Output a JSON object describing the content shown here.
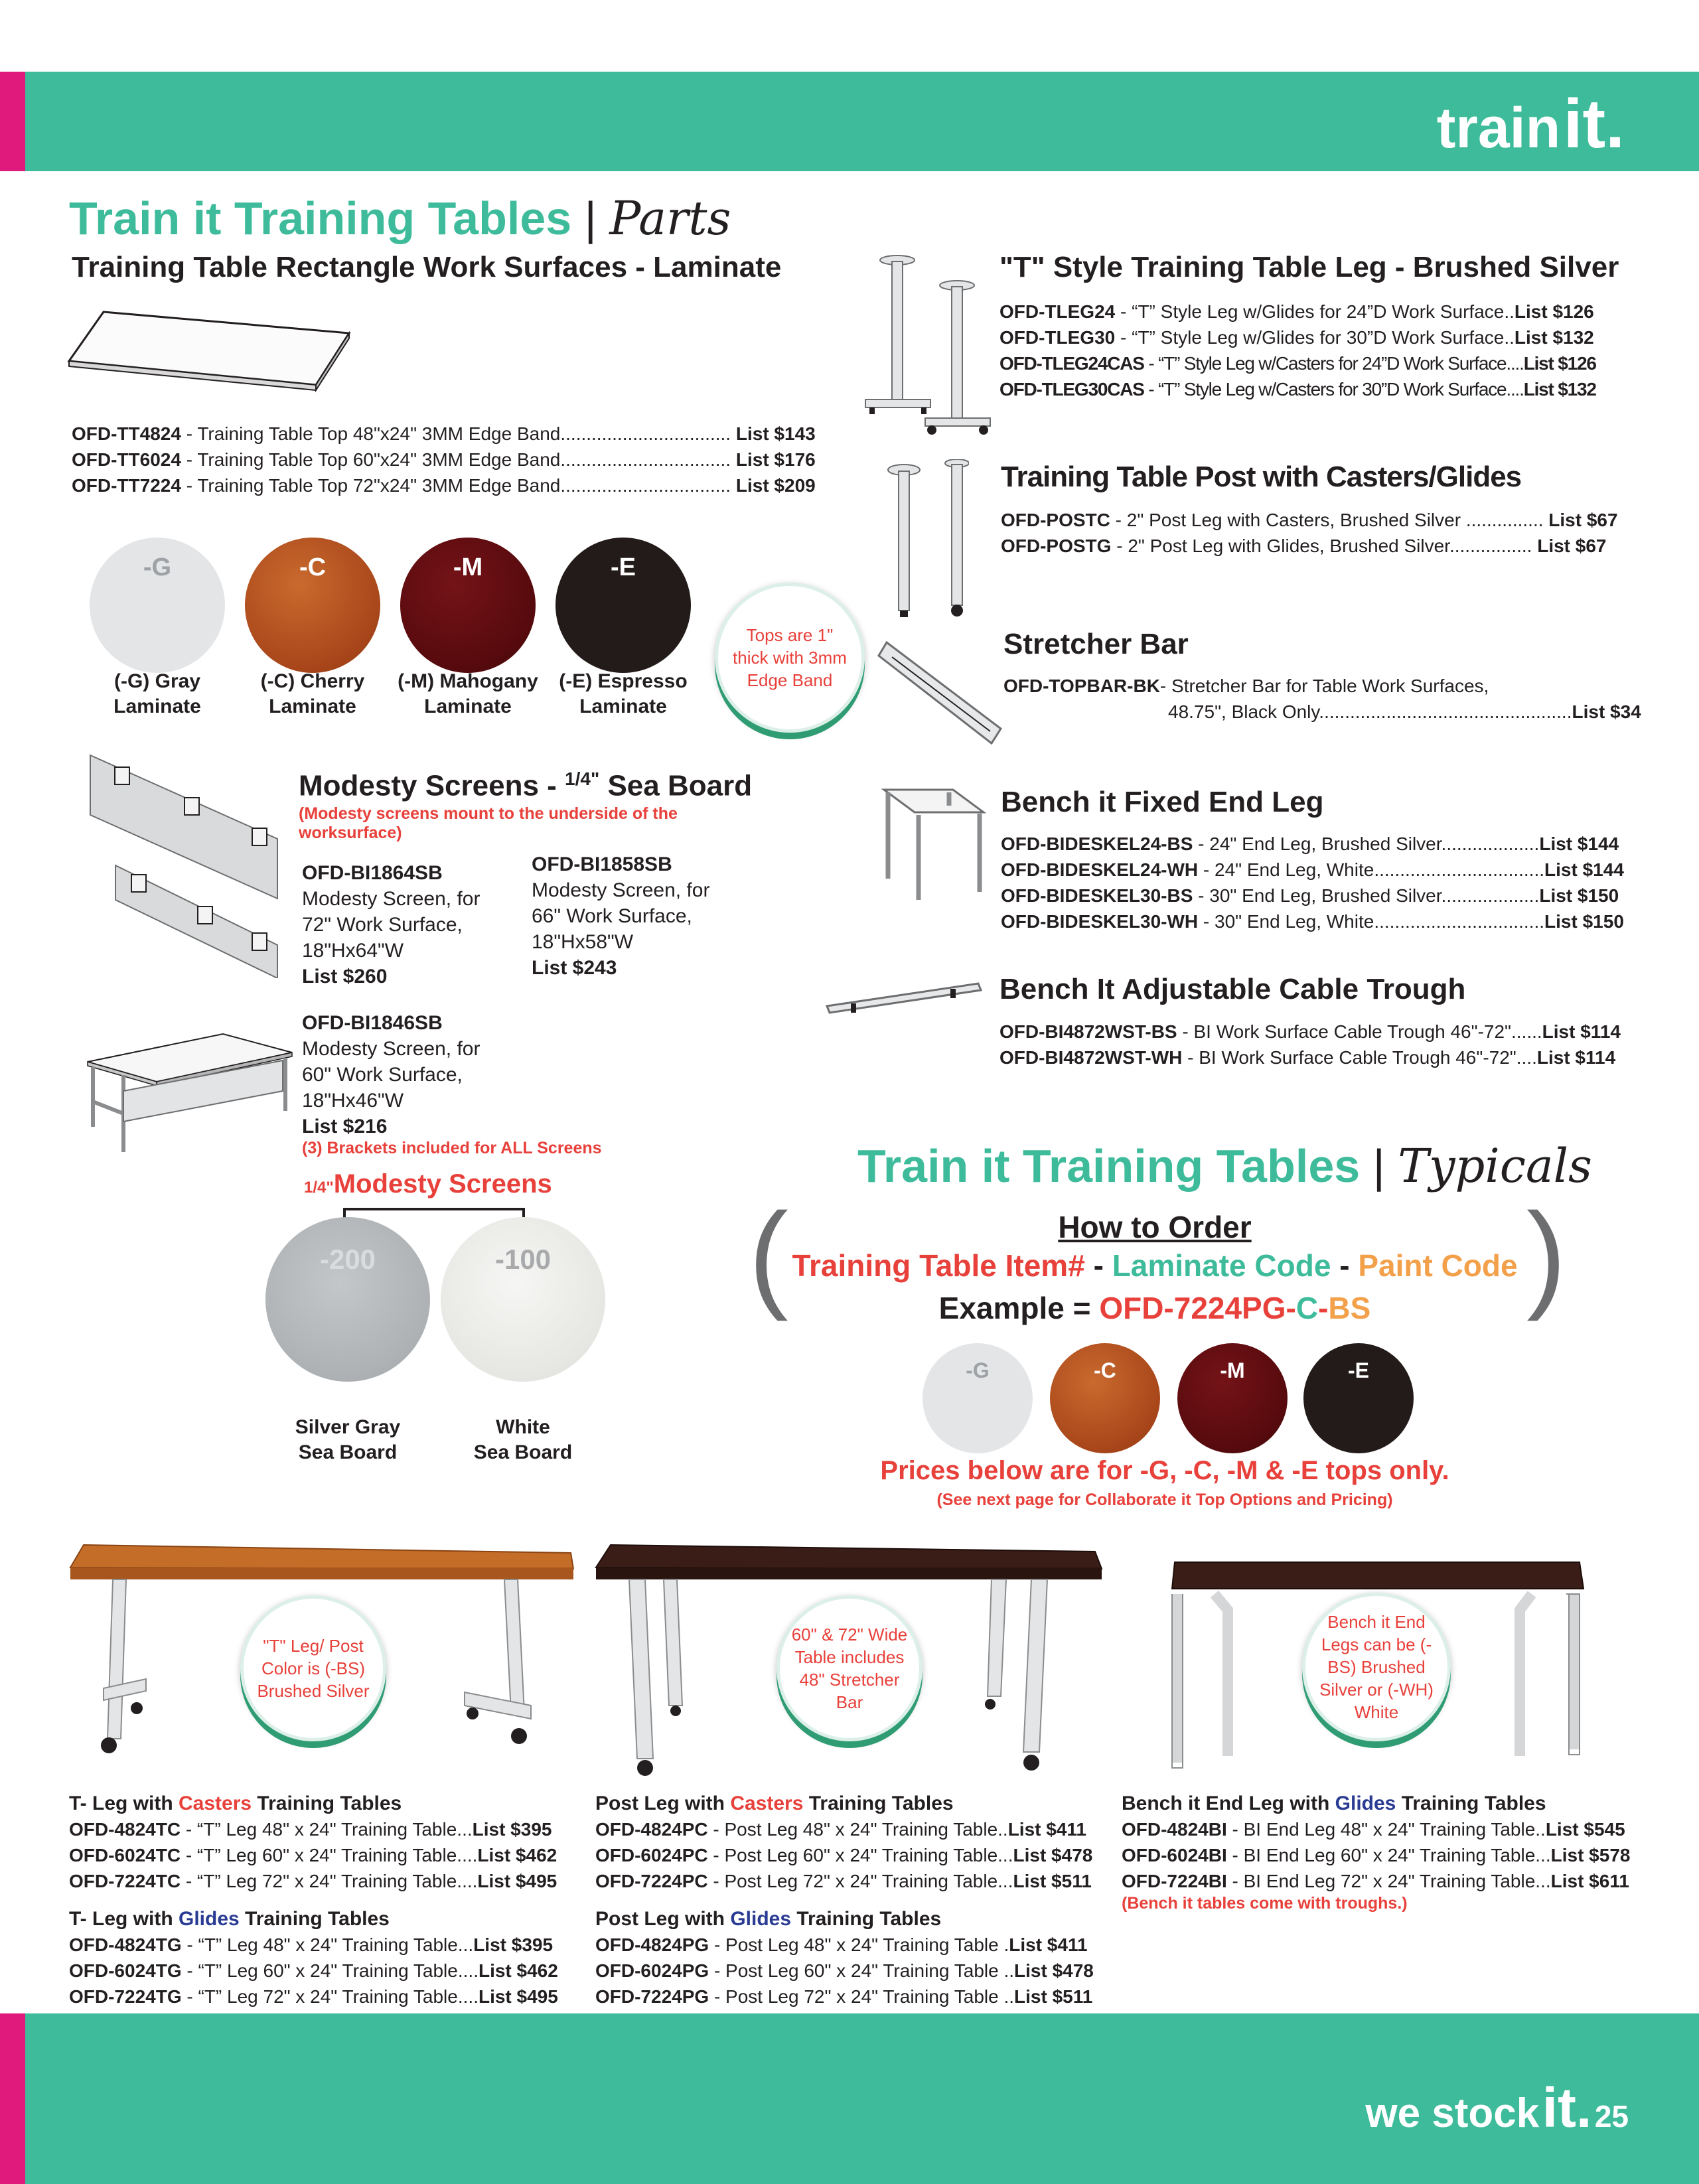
{
  "header": {
    "brand_train": "train",
    "brand_it": "it."
  },
  "footer": {
    "we_stock": "we stock",
    "it": "it.",
    "page_number": "25"
  },
  "parts": {
    "title_main": "Train it Training Tables",
    "title_bar": "|",
    "title_script": "Parts",
    "work_surfaces": {
      "heading": "Training Table Rectangle Work Surfaces  - Laminate",
      "items": [
        {
          "code": "OFD-TT4824",
          "desc": " - Training Table Top 48\"x24\" 3MM Edge Band................................. ",
          "price": "List $143"
        },
        {
          "code": "OFD-TT6024",
          "desc": " - Training Table Top 60\"x24\" 3MM Edge Band................................. ",
          "price": "List $176"
        },
        {
          "code": "OFD-TT7224",
          "desc": " - Training Table Top 72\"x24\" 3MM Edge Band................................. ",
          "price": "List $209"
        }
      ]
    },
    "laminates": [
      {
        "code": "-G",
        "line1": "(-G) Gray",
        "line2": "Laminate",
        "color": "#e3e5e7"
      },
      {
        "code": "-C",
        "line1": "(-C) Cherry",
        "line2": "Laminate",
        "color": "#b4521e"
      },
      {
        "code": "-M",
        "line1": "(-M) Mahogany",
        "line2": "Laminate",
        "color": "#5c0a0e"
      },
      {
        "code": "-E",
        "line1": "(-E) Espresso",
        "line2": "Laminate",
        "color": "#231b19"
      }
    ],
    "tops_badge": "Tops are 1\" thick with 3mm Edge Band",
    "t_leg": {
      "heading": "\"T\" Style Training Table Leg - Brushed Silver",
      "items": [
        {
          "code": "OFD-TLEG24",
          "desc": " - “T” Style Leg w/Glides for 24”D Work Surface..",
          "price": "List $126"
        },
        {
          "code": "OFD-TLEG30",
          "desc": " - “T” Style Leg w/Glides for 30”D Work Surface..",
          "price": "List $132"
        },
        {
          "code": "OFD-TLEG24CAS",
          "desc": " - “T” Style Leg w/Casters for 24”D Work Surface....",
          "price": "List $126"
        },
        {
          "code": "OFD-TLEG30CAS",
          "desc": " - “T” Style Leg w/Casters for 30”D Work Surface....",
          "price": "List $132"
        }
      ]
    },
    "post": {
      "heading": "Training Table Post with Casters/Glides",
      "items": [
        {
          "code": "OFD-POSTC",
          "desc": " - 2\" Post Leg with Casters, Brushed Silver ............... ",
          "price": "List $67"
        },
        {
          "code": "OFD-POSTG",
          "desc": " - 2\" Post Leg with Glides, Brushed Silver................ ",
          "price": "List $67"
        }
      ]
    },
    "stretcher": {
      "heading": "Stretcher Bar",
      "code": "OFD-TOPBAR-BK",
      "desc1": "- Stretcher Bar for Table Work Surfaces,",
      "desc2": "48.75\", Black Only.................................................",
      "price": "List $34"
    },
    "bench_leg": {
      "heading": "Bench it Fixed End Leg",
      "items": [
        {
          "code": "OFD-BIDESKEL24-BS",
          "desc": " - 24\" End Leg, Brushed Silver...................",
          "price": "List $144"
        },
        {
          "code": "OFD-BIDESKEL24-WH",
          "desc": " - 24\" End Leg, White.................................",
          "price": "List $144"
        },
        {
          "code": "OFD-BIDESKEL30-BS",
          "desc": " - 30\" End Leg, Brushed Silver...................",
          "price": "List $150"
        },
        {
          "code": "OFD-BIDESKEL30-WH",
          "desc": " - 30\" End Leg, White.................................",
          "price": "List $150"
        }
      ]
    },
    "trough": {
      "heading": "Bench It Adjustable Cable Trough",
      "items": [
        {
          "code": "OFD-BI4872WST-BS",
          "desc": " - BI Work Surface Cable Trough 46\"-72\"......",
          "price": "List $114"
        },
        {
          "code": "OFD-BI4872WST-WH",
          "desc": " - BI Work Surface Cable Trough 46\"-72\"....",
          "price": "List $114"
        }
      ]
    },
    "modesty": {
      "heading": "Modesty Screens - ",
      "heading_frac": "1/4\"",
      "heading_tail": " Sea Board",
      "note": "(Modesty screens mount to the underside of the worksurface)",
      "items": [
        {
          "code": "OFD-BI1864SB",
          "l1": "Modesty Screen, for",
          "l2": "72\" Work Surface,",
          "l3": "18\"Hx64\"W",
          "price": "List $260"
        },
        {
          "code": "OFD-BI1858SB",
          "l1": "Modesty Screen, for",
          "l2": "66\" Work Surface,",
          "l3": "18\"Hx58\"W",
          "price": "List $243"
        },
        {
          "code": "OFD-BI1846SB",
          "l1": "Modesty Screen, for",
          "l2": "60\" Work Surface,",
          "l3": "18\"Hx46\"W",
          "price": "List $216"
        }
      ],
      "brackets_note": "(3) Brackets included for ALL Screens",
      "finish_frac": "1/4\"",
      "finish_heading": "Modesty Screens",
      "finishes": [
        {
          "code": "-200",
          "line1": "Silver Gray",
          "line2": "Sea Board",
          "color": "#b9bcbf"
        },
        {
          "code": "-100",
          "line1": "White",
          "line2": "Sea Board",
          "color": "#ececea"
        }
      ]
    }
  },
  "typicals": {
    "title_main": "Train it Training Tables",
    "title_bar": "|",
    "title_script": "Typicals",
    "how_to_order": "How to Order",
    "formula": {
      "item": "Training Table Item#",
      "dash1": " - ",
      "laminate": "Laminate Code",
      "dash2": " - ",
      "paint": "Paint Code"
    },
    "example": {
      "label": "Example = ",
      "item": "OFD-7224PG",
      "d1": "-",
      "lam": "C",
      "d2": "-",
      "paint": "BS"
    },
    "swatches": [
      {
        "code": "-G",
        "color": "#e3e5e7"
      },
      {
        "code": "-C",
        "color": "#b4521e"
      },
      {
        "code": "-M",
        "color": "#5c0a0e"
      },
      {
        "code": "-E",
        "color": "#231b19"
      }
    ],
    "prices_note": "Prices below are for -G, -C, -M & -E tops only.",
    "prices_sub": "(See next page for Collaborate it Top Options and Pricing)",
    "badges": {
      "t_leg": "\"T\" Leg/ Post Color is (-BS) Brushed Silver",
      "stretcher": "60\" & 72\" Wide Table includes 48\" Stretcher Bar",
      "bench": "Bench it End Legs can be (-BS) Brushed Silver or (-WH) White"
    },
    "groups": {
      "tleg_casters": {
        "pre": "T- Leg with ",
        "hl": "Casters",
        "post": " Training Tables",
        "items": [
          {
            "code": "OFD-4824TC",
            "desc": " - “T” Leg 48\" x  24\" Training Table...",
            "price": "List $395"
          },
          {
            "code": "OFD-6024TC",
            "desc": " - “T” Leg 60\" x 24\" Training Table....",
            "price": "List $462"
          },
          {
            "code": "OFD-7224TC",
            "desc": " - “T” Leg 72\" x 24\" Training Table....",
            "price": "List $495"
          }
        ]
      },
      "tleg_glides": {
        "pre": "T- Leg with ",
        "hl": "Glides",
        "post": " Training Tables",
        "items": [
          {
            "code": "OFD-4824TG",
            "desc": " - “T” Leg 48\" x  24\" Training Table...",
            "price": "List $395"
          },
          {
            "code": "OFD-6024TG",
            "desc": " - “T” Leg 60\" x 24\" Training Table....",
            "price": "List $462"
          },
          {
            "code": "OFD-7224TG",
            "desc": " - “T” Leg 72\" x 24\" Training Table....",
            "price": "List $495"
          }
        ]
      },
      "post_casters": {
        "pre": "Post Leg with ",
        "hl": "Casters",
        "post": " Training Tables",
        "items": [
          {
            "code": "OFD-4824PC",
            "desc": " - Post Leg 48\" x  24\" Training Table..",
            "price": "List $411"
          },
          {
            "code": "OFD-6024PC",
            "desc": " - Post Leg 60\" x 24\" Training Table...",
            "price": "List $478"
          },
          {
            "code": "OFD-7224PC",
            "desc": " - Post Leg 72\" x 24\" Training Table...",
            "price": "List $511"
          }
        ]
      },
      "post_glides": {
        "pre": "Post Leg with ",
        "hl": "Glides",
        "post": " Training Tables",
        "items": [
          {
            "code": "OFD-4824PG",
            "desc": " - Post Leg 48\" x  24\" Training Table .",
            "price": "List $411"
          },
          {
            "code": "OFD-6024PG",
            "desc": " - Post Leg 60\" x 24\" Training Table ..",
            "price": "List $478"
          },
          {
            "code": "OFD-7224PG",
            "desc": " - Post Leg 72\" x 24\" Training Table ..",
            "price": "List $511"
          }
        ]
      },
      "bench_glides": {
        "pre": "Bench it End Leg with ",
        "hl": "Glides",
        "post": " Training Tables",
        "items": [
          {
            "code": "OFD-4824BI",
            "desc": " - BI End Leg 48\" x  24\" Training Table..",
            "price": "List $545"
          },
          {
            "code": "OFD-6024BI",
            "desc": " - BI End Leg 60\" x 24\" Training Table...",
            "price": "List $578"
          },
          {
            "code": "OFD-7224BI",
            "desc": " - BI End Leg 72\" x 24\" Training Table...",
            "price": "List $611"
          }
        ],
        "note": "(Bench it tables come with troughs.)"
      }
    }
  }
}
